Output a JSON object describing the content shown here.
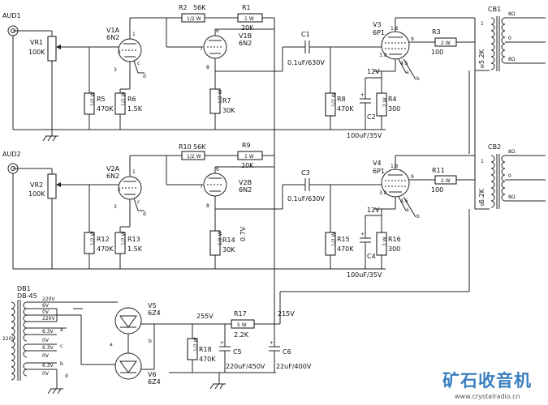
{
  "channel1": {
    "input_label": "AUD1",
    "vr": {
      "ref": "VR1",
      "value": "100K"
    },
    "tube_a": {
      "ref": "V1A",
      "type": "6N2"
    },
    "tube_b": {
      "ref": "V1B",
      "type": "6N2"
    },
    "r1": {
      "ref": "R1",
      "value": "20K",
      "power": "1 W"
    },
    "r2": {
      "ref": "R2",
      "value": "56K",
      "power": "1/2 W"
    },
    "r5": {
      "ref": "R5",
      "value": "470K",
      "power": "1/2 W"
    },
    "r6": {
      "ref": "R6",
      "value": "1.5K",
      "power": "1/2 W"
    },
    "r7": {
      "ref": "R7",
      "value": "30K",
      "power": "1/2 W"
    },
    "c1": {
      "ref": "C1",
      "value": "0.1uF/630V"
    },
    "r8": {
      "ref": "R8",
      "value": "470K",
      "power": "1/2 W"
    },
    "power_tube": {
      "ref": "V3",
      "type": "6P1"
    },
    "r3": {
      "ref": "R3",
      "value": "100",
      "power": "2 W"
    },
    "r4": {
      "ref": "R4",
      "value": "300",
      "power": "2 W"
    },
    "c2": {
      "ref": "C2",
      "value": "100uF/35V"
    },
    "v_cathode": "12V",
    "transformer": {
      "ref": "CB1",
      "primary_impedance": "5.2K"
    }
  },
  "channel2": {
    "input_label": "AUD2",
    "vr": {
      "ref": "VR2",
      "value": "100K"
    },
    "tube_a": {
      "ref": "V2A",
      "type": "6N2"
    },
    "tube_b": {
      "ref": "V2B",
      "type": "6N2"
    },
    "r9": {
      "ref": "R9",
      "value": "20K",
      "power": "1 W"
    },
    "r10": {
      "ref": "R10",
      "value": "56K",
      "power": "1/2 W"
    },
    "r12": {
      "ref": "R12",
      "value": "470K",
      "power": "1/2 W"
    },
    "r13": {
      "ref": "R13",
      "value": "1.5K",
      "power": "1/2 W"
    },
    "r14": {
      "ref": "R14",
      "value": "30K",
      "power": "1/2 W"
    },
    "v_plate": "0.7V",
    "c3": {
      "ref": "C3",
      "value": "0.1uF/630V"
    },
    "r15": {
      "ref": "R15",
      "value": "470K",
      "power": "1/2 W"
    },
    "power_tube": {
      "ref": "V4",
      "type": "6P1"
    },
    "r11": {
      "ref": "R11",
      "value": "100",
      "power": "2 W"
    },
    "r16": {
      "ref": "R16",
      "value": "300",
      "power": "2 W"
    },
    "c4": {
      "ref": "C4",
      "value": "100uF/35V"
    },
    "v_cathode": "12V",
    "transformer": {
      "ref": "CB2",
      "primary_impedance": "5.2K"
    }
  },
  "power_supply": {
    "transformer": {
      "ref": "DB1",
      "model": "DB-45"
    },
    "primary": "220V",
    "windings": [
      "220V",
      "6V",
      "0V",
      "220V",
      "6.3V",
      "0V",
      "6.3V",
      "0V",
      "6.3V",
      "0V"
    ],
    "rect1": {
      "ref": "V5",
      "type": "6Z4"
    },
    "rect2": {
      "ref": "V6",
      "type": "6Z4"
    },
    "b_plus_1": "255V",
    "b_plus_2": "215V",
    "r17": {
      "ref": "R17",
      "value": "2.2K",
      "power": "5 W"
    },
    "r18": {
      "ref": "R18",
      "value": "470K",
      "power": "1/2 W"
    },
    "c5": {
      "ref": "C5",
      "value": "220uF/450V"
    },
    "c6": {
      "ref": "C6",
      "value": "22uF/400V"
    }
  },
  "node_labels": {
    "a": "a",
    "b": "b",
    "c": "c",
    "d": "d"
  },
  "pins": {
    "p1": "1",
    "p2": "2",
    "p3": "3",
    "p6": "6",
    "p7": "7",
    "p8": "8",
    "p9": "9",
    "p16": "1.6",
    "p38": "3.8",
    "p45": "4.5"
  },
  "output_taps": {
    "ohm8": "8Ω",
    "zero": "0",
    "b_tap": "B"
  },
  "branding": {
    "logo": "矿石收音机",
    "url": "www.crystalradio.cn"
  },
  "colors": {
    "ink": "#222222",
    "logo": "#3a7fc0"
  }
}
